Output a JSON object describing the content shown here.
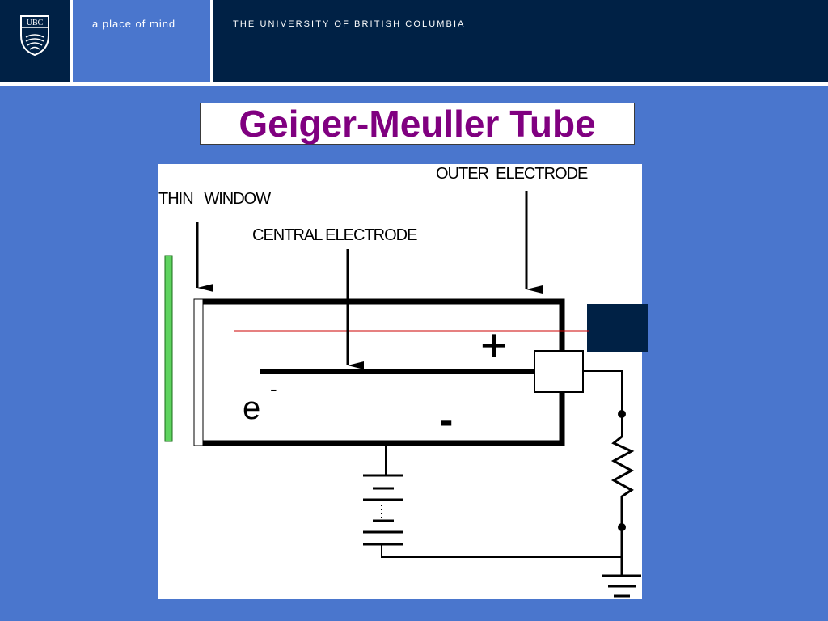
{
  "header": {
    "logo_text": "UBC",
    "tagline": "a place of mind",
    "university": "THE UNIVERSITY OF BRITISH COLUMBIA"
  },
  "slide": {
    "title": "Geiger-Meuller Tube"
  },
  "diagram": {
    "labels": {
      "thin_window": "THIN   WINDOW",
      "central_electrode": "CENTRAL ELECTRODE",
      "outer_electrode": "OUTER  ELECTRODE",
      "electron": "e",
      "electron_charge": "-",
      "plus_sign": "+",
      "minus_sign": "-"
    },
    "colors": {
      "window_source": "#5fd35f",
      "ray": "#cc0000",
      "callout_box": "#002145"
    }
  }
}
